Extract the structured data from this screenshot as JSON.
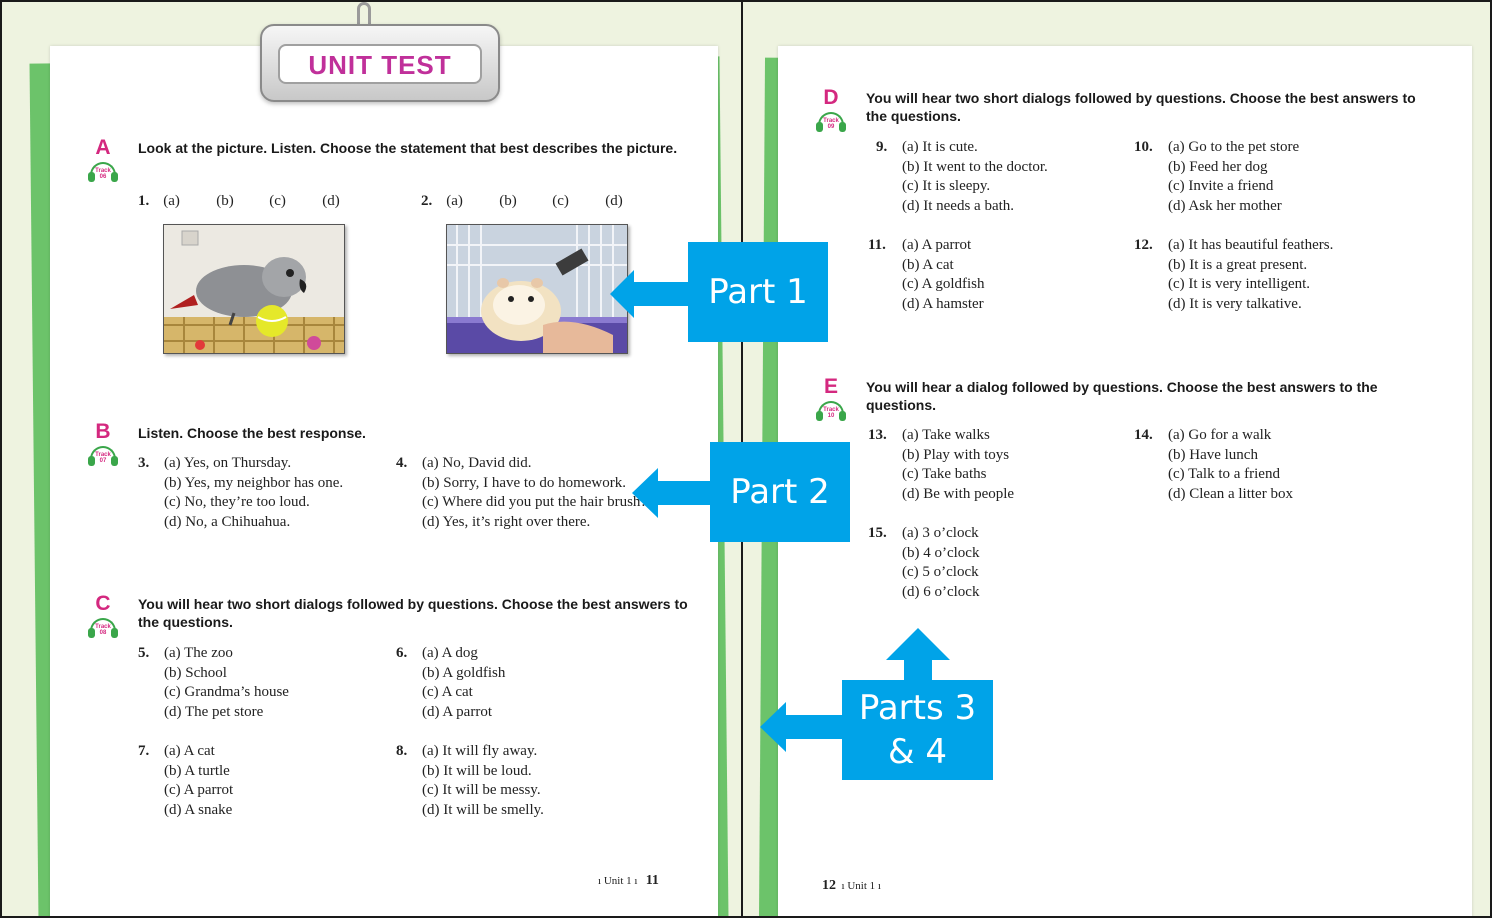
{
  "left_page": {
    "title": "UNIT TEST",
    "sections": {
      "A": {
        "letter": "A",
        "track": "Track\n06",
        "instruction": "Look at the picture. Listen. Choose the statement that best describes the picture.",
        "questions": [
          {
            "num": "1.",
            "options": [
              "(a)",
              "(b)",
              "(c)",
              "(d)"
            ],
            "image": "parrot-with-ball"
          },
          {
            "num": "2.",
            "options": [
              "(a)",
              "(b)",
              "(c)",
              "(d)"
            ],
            "image": "hamster-in-cage"
          }
        ]
      },
      "B": {
        "letter": "B",
        "track": "Track\n07",
        "instruction": "Listen. Choose the best response.",
        "questions": [
          {
            "num": "3.",
            "options": [
              "(a) Yes, on Thursday.",
              "(b) Yes, my neighbor has one.",
              "(c) No, they’re too loud.",
              "(d) No, a Chihuahua."
            ]
          },
          {
            "num": "4.",
            "options": [
              "(a) No, David did.",
              "(b) Sorry, I have to do homework.",
              "(c) Where did you put the hair brush?",
              "(d) Yes, it’s right over there."
            ]
          }
        ]
      },
      "C": {
        "letter": "C",
        "track": "Track\n08",
        "instruction": "You will hear two short dialogs followed by questions. Choose the best answers to the questions.",
        "questions": [
          {
            "num": "5.",
            "options": [
              "(a) The zoo",
              "(b) School",
              "(c) Grandma’s house",
              "(d) The pet store"
            ]
          },
          {
            "num": "6.",
            "options": [
              "(a) A dog",
              "(b) A goldfish",
              "(c) A cat",
              "(d) A parrot"
            ]
          },
          {
            "num": "7.",
            "options": [
              "(a) A cat",
              "(b) A turtle",
              "(c) A parrot",
              "(d) A snake"
            ]
          },
          {
            "num": "8.",
            "options": [
              "(a) It will fly away.",
              "(b) It will be loud.",
              "(c) It will be messy.",
              "(d) It will be smelly."
            ]
          }
        ]
      }
    },
    "footer": {
      "unit": "Unit 1",
      "page": "11"
    }
  },
  "right_page": {
    "sections": {
      "D": {
        "letter": "D",
        "track": "Track\n09",
        "instruction": "You will hear two short dialogs followed by questions. Choose the best answers to the questions.",
        "questions": [
          {
            "num": "9.",
            "options": [
              "(a) It is cute.",
              "(b) It went to the doctor.",
              "(c) It is sleepy.",
              "(d) It needs a bath."
            ]
          },
          {
            "num": "10.",
            "options": [
              "(a) Go to the pet store",
              "(b) Feed her dog",
              "(c) Invite a friend",
              "(d) Ask her mother"
            ]
          },
          {
            "num": "11.",
            "options": [
              "(a) A parrot",
              "(b) A cat",
              "(c) A goldfish",
              "(d) A hamster"
            ]
          },
          {
            "num": "12.",
            "options": [
              "(a) It has beautiful feathers.",
              "(b) It is a great present.",
              "(c) It is very intelligent.",
              "(d) It is very talkative."
            ]
          }
        ]
      },
      "E": {
        "letter": "E",
        "track": "Track\n10",
        "instruction": "You will hear a dialog followed by questions. Choose the best answers to the questions.",
        "questions": [
          {
            "num": "13.",
            "options": [
              "(a) Take walks",
              "(b) Play with toys",
              "(c) Take baths",
              "(d) Be with people"
            ]
          },
          {
            "num": "14.",
            "options": [
              "(a) Go for a walk",
              "(b) Have lunch",
              "(c) Talk to a friend",
              "(d) Clean a litter box"
            ]
          },
          {
            "num": "15.",
            "options": [
              "(a) 3 o’clock",
              "(b) 4 o’clock",
              "(c) 5 o’clock",
              "(d) 6 o’clock"
            ]
          }
        ]
      }
    },
    "footer": {
      "unit": "Unit 1",
      "page": "12"
    }
  },
  "callouts": {
    "part1": "Part 1",
    "part2": "Part 2",
    "parts34_line1": "Parts 3",
    "parts34_line2": "& 4"
  },
  "colors": {
    "callout": "#00a3e8",
    "section_letter": "#d4287f",
    "title": "#c0309a",
    "paper_edge": "#6cc36a"
  }
}
